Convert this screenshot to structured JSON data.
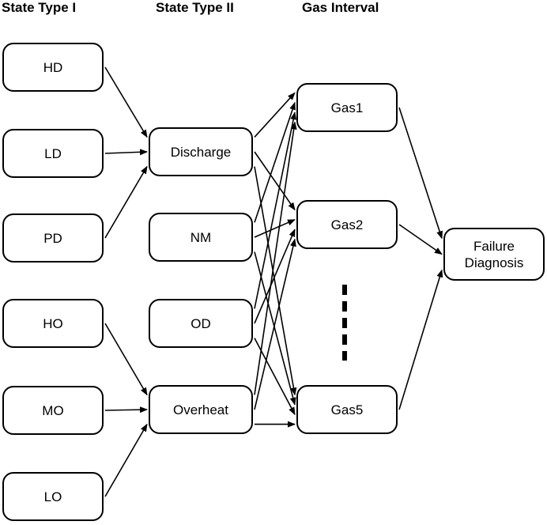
{
  "headers": {
    "state_type_1": "State Type I",
    "state_type_2": "State Type II",
    "gas_interval": "Gas Interval"
  },
  "state_type_1": [
    {
      "id": "HD",
      "label": "HD"
    },
    {
      "id": "LD",
      "label": "LD"
    },
    {
      "id": "PD",
      "label": "PD"
    },
    {
      "id": "HO",
      "label": "HO"
    },
    {
      "id": "MO",
      "label": "MO"
    },
    {
      "id": "LO",
      "label": "LO"
    }
  ],
  "state_type_2": [
    {
      "id": "Discharge",
      "label": "Discharge"
    },
    {
      "id": "NM",
      "label": "NM"
    },
    {
      "id": "OD",
      "label": "OD"
    },
    {
      "id": "Overheat",
      "label": "Overheat"
    }
  ],
  "gas_interval": [
    {
      "id": "Gas1",
      "label": "Gas1"
    },
    {
      "id": "Gas2",
      "label": "Gas2"
    },
    {
      "id": "Gas5",
      "label": "Gas5"
    }
  ],
  "output": {
    "id": "FailureDiagnosis",
    "label": "Failure\nDiagnosis"
  },
  "edges": [
    [
      "HD",
      "Discharge"
    ],
    [
      "LD",
      "Discharge"
    ],
    [
      "PD",
      "Discharge"
    ],
    [
      "HO",
      "Overheat"
    ],
    [
      "MO",
      "Overheat"
    ],
    [
      "LO",
      "Overheat"
    ],
    [
      "Discharge",
      "Gas1"
    ],
    [
      "Discharge",
      "Gas2"
    ],
    [
      "Discharge",
      "Gas5"
    ],
    [
      "NM",
      "Gas1"
    ],
    [
      "NM",
      "Gas2"
    ],
    [
      "NM",
      "Gas5"
    ],
    [
      "OD",
      "Gas1"
    ],
    [
      "OD",
      "Gas2"
    ],
    [
      "OD",
      "Gas5"
    ],
    [
      "Overheat",
      "Gas1"
    ],
    [
      "Overheat",
      "Gas2"
    ],
    [
      "Overheat",
      "Gas5"
    ],
    [
      "Gas1",
      "FailureDiagnosis"
    ],
    [
      "Gas2",
      "FailureDiagnosis"
    ],
    [
      "Gas5",
      "FailureDiagnosis"
    ]
  ]
}
